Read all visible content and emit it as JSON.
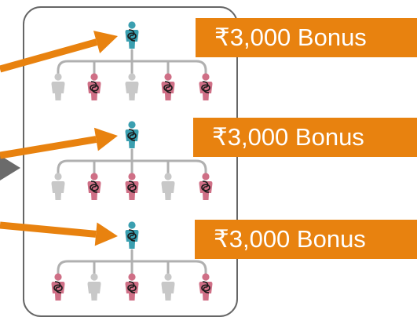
{
  "tiers": [
    {
      "bonus_label": "₹3,000 Bonus",
      "children": [
        "gray",
        "pink",
        "gray",
        "pink",
        "pink"
      ]
    },
    {
      "bonus_label": "₹3,000 Bonus",
      "children": [
        "gray",
        "pink",
        "pink",
        "gray",
        "pink"
      ]
    },
    {
      "bonus_label": "₹3,000 Bonus",
      "children": [
        "pink",
        "gray",
        "pink",
        "gray",
        "pink"
      ]
    }
  ],
  "colors": {
    "arrow": "#e8820f",
    "bonus_box": "#e8820f",
    "frame": "#666666",
    "connector": "#b0b0b0",
    "leader": "#3a9fb0",
    "member_active": "#cf6f86",
    "member_inactive": "#c8c8c8",
    "side_arrow": "#6b6b6b",
    "symbol": "#1a1a1a"
  }
}
